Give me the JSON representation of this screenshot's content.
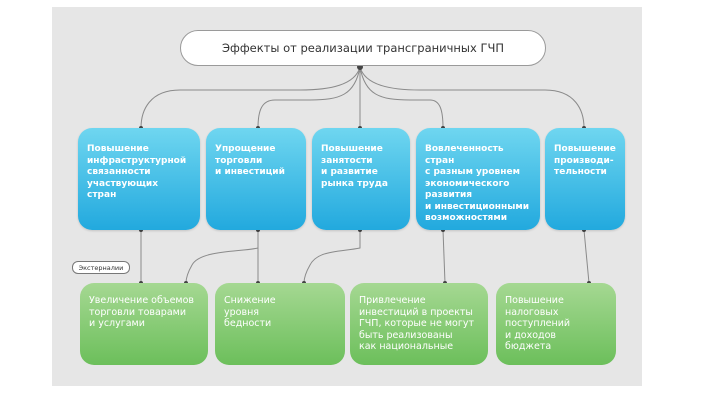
{
  "title": "Эффекты от реализации трансграничных ГЧП",
  "effects": [
    "Повышение\nинфраструктурной\nсвязанности\nучаствующих\nстран",
    "Упрощение\nторговли\nи инвестиций",
    "Повышение\nзанятости\nи развитие\nрынка труда",
    "Вовлеченность стран\nс разным уровнем\nэкономического\nразвития\nи инвестиционными\nвозможностями",
    "Повышение\nпроизводи-\nтельности"
  ],
  "externalities_label": "Экстерналии",
  "outcomes": [
    "Увеличение объемов\nторговли товарами\nи услугами",
    "Снижение\nуровня\nбедности",
    "Привлечение\nинвестиций в проекты\nГЧП, которые не могут\nбыть реализованы\nкак национальные",
    "Повышение\nналоговых\nпоступлений\nи доходов\nбюджета"
  ],
  "colors": {
    "blue": "#22a9de",
    "green": "#6cbf5b",
    "panel": "#e6e6e6"
  }
}
